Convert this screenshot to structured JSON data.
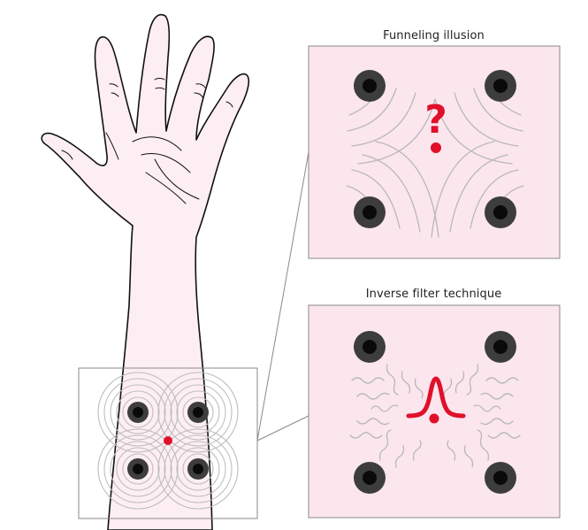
{
  "panels": {
    "top": {
      "title": "Funneling illusion",
      "perceived_mark": "?"
    },
    "bottom": {
      "title": "Inverse filter technique"
    }
  },
  "colors": {
    "skin": "#fdeef3",
    "panel_fill": "#fbe6ee",
    "outline": "#111111",
    "actuator_outer": "#3d3d3d",
    "actuator_inner": "#0a0a0a",
    "wave": "#b8b8b8",
    "highlight": "#e0102a",
    "frame": "#8a8a8a"
  },
  "actuators": {
    "count": 4
  }
}
